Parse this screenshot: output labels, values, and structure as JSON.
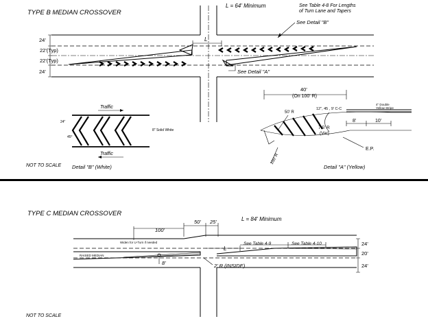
{
  "typeB": {
    "title": "TYPE B MEDIAN CROSSOVER",
    "l_min": "L = 64' Minimum",
    "table_note_1": "See Table 4-8 For Lengths",
    "table_note_2": "of Turn Lane and Tapers",
    "detail_b_callout": "See Detail \"B\"",
    "detail_a_callout": "See Detail \"A\"",
    "lane_24_top": "24'",
    "lane_22_top": "22'(Typ)",
    "lane_22_bot": "22'(Typ)",
    "lane_24_bot": "24'",
    "l_label": "L",
    "detail_b": {
      "traffic_top": "Traffic",
      "traffic_bot": "Traffic",
      "dim_24": "24\"",
      "dim_45": "45°",
      "solid_white": "8\" Solid White",
      "caption": "Detail \"B\" (White)"
    },
    "detail_a": {
      "dim_40": "40'",
      "on_radius": "(On 100' R)",
      "dim_50r": "50' R",
      "stripes": "12\", 45 , 9' C-C",
      "double_yellow_1": "4\" Double",
      "double_yellow_2": "Yellow Stripe",
      "var_r_1": "7.5' R",
      "var_r_2": "(Var)",
      "dim_8": "8'",
      "dim_10": "10'",
      "ep": "E.P.",
      "dim_100r": "100' R",
      "caption": "Detail \"A\" (Yellow)"
    },
    "not_to_scale": "NOT TO SCALE"
  },
  "typeC": {
    "title": "TYPE C MEDIAN CROSSOVER",
    "l_min": "L = 84' Minimum",
    "dim_100": "100'",
    "dim_50": "50'",
    "dim_25": "25'",
    "widen_note": "Widen for U-Turn if needed",
    "raised_median": "RAISED MEDIAN",
    "l_label": "L",
    "table_49": "See Table 4-9",
    "table_410": "See Table 4-10",
    "lane_24_top": "24'",
    "lane_20": "20'",
    "lane_24_bot": "24'",
    "dim_8": "8'",
    "radius_inside": "2' R (INSIDE)",
    "not_to_scale": "NOT TO SCALE"
  }
}
